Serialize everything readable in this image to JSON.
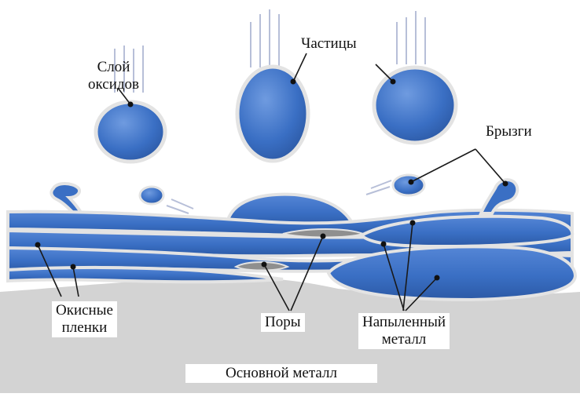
{
  "labels": {
    "oxide_layer": [
      "Слой",
      "оксидов"
    ],
    "particles": "Частицы",
    "splashes": "Брызги",
    "oxide_films": [
      "Окисные",
      "пленки"
    ],
    "pores": "Поры",
    "sprayed_metal": [
      "Напыленный",
      "металл"
    ],
    "base_metal": "Основной металл"
  },
  "colors": {
    "particle_blue": "#3a6fc4",
    "particle_edge": "#1e4f9c",
    "oxide_shell": "#e3e3e3",
    "base_metal": "#d3d3d3",
    "pore": "#8f8f8f",
    "leader_line": "#1a1a1a",
    "motion_lines": "#b7bfd8"
  }
}
